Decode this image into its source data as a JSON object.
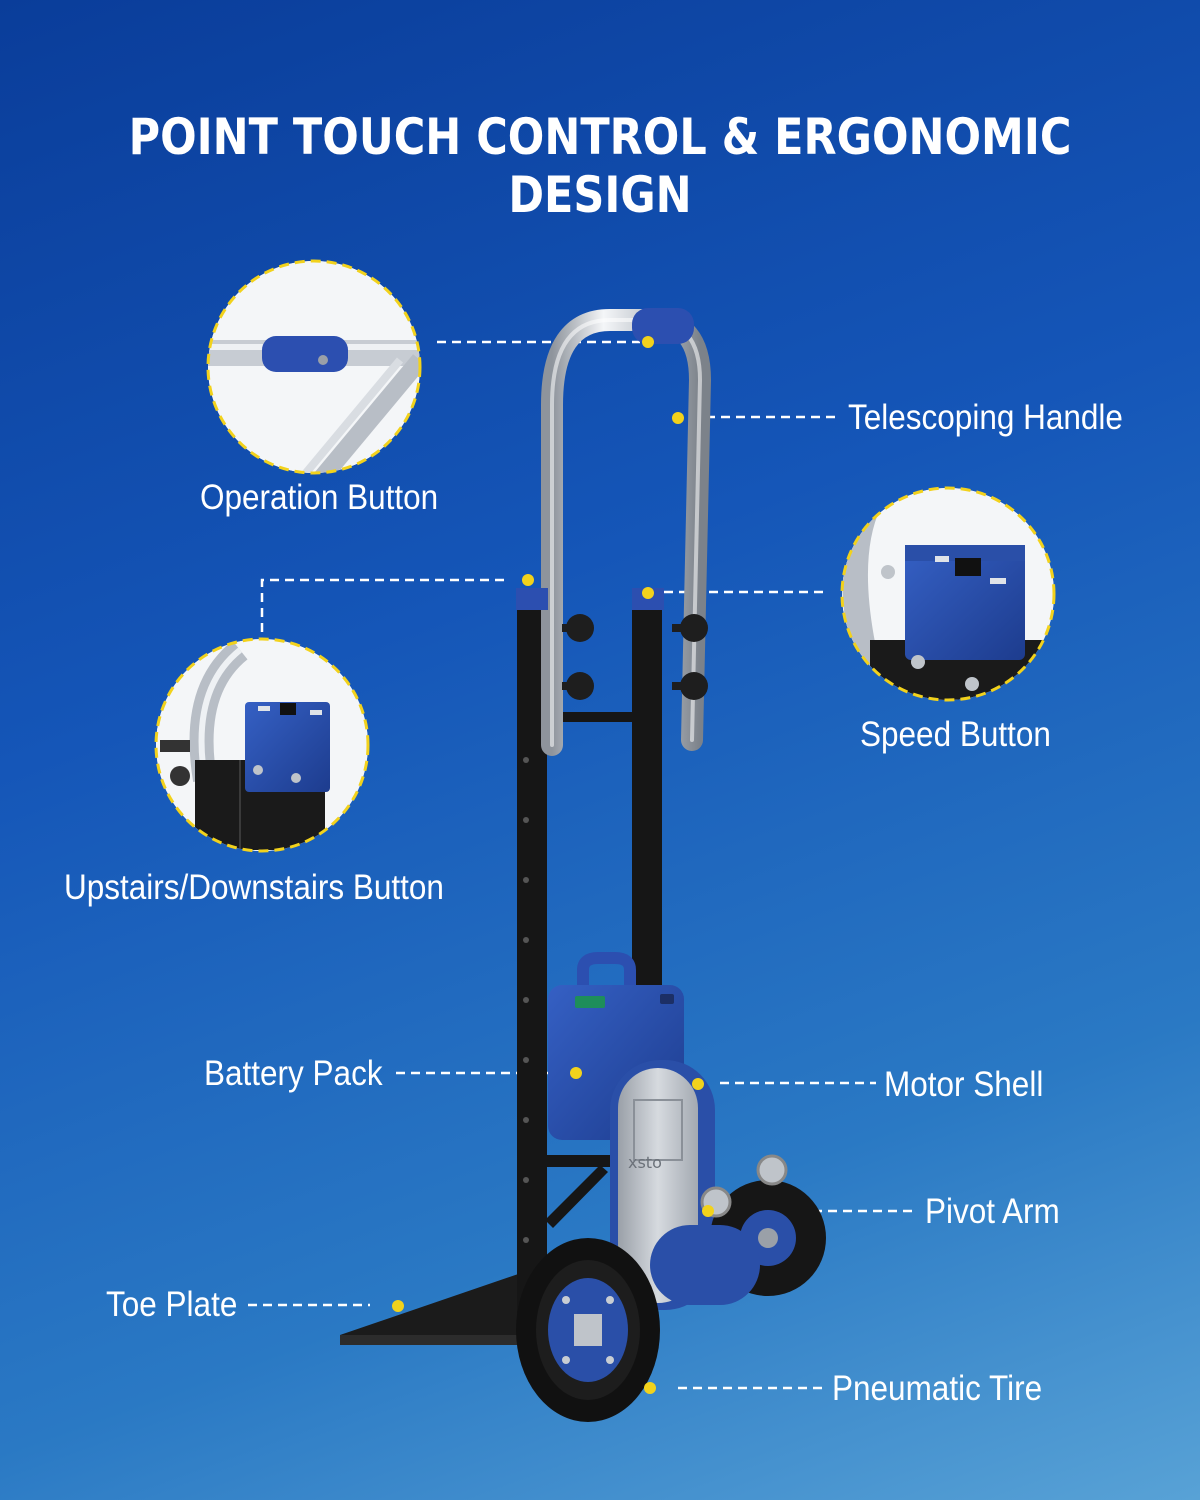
{
  "title": "POINT TOUCH CONTROL & ERGONOMIC DESIGN",
  "labels": {
    "operation_button": "Operation Button",
    "telescoping_handle": "Telescoping Handle",
    "speed_button": "Speed Button",
    "updown_button": "Upstairs/Downstairs Button",
    "battery_pack": "Battery Pack",
    "motor_shell": "Motor Shell",
    "pivot_arm": "Pivot Arm",
    "toe_plate": "Toe Plate",
    "pneumatic_tire": "Pneumatic Tire"
  },
  "brand_mark": "xsto",
  "colors": {
    "background_top": "#0a3d9a",
    "background_bottom": "#58a2d6",
    "callout_dot": "#f2d21c",
    "frame_black": "#151515",
    "housing_blue": "#2a4fa8",
    "chrome": "#c9ced6"
  }
}
